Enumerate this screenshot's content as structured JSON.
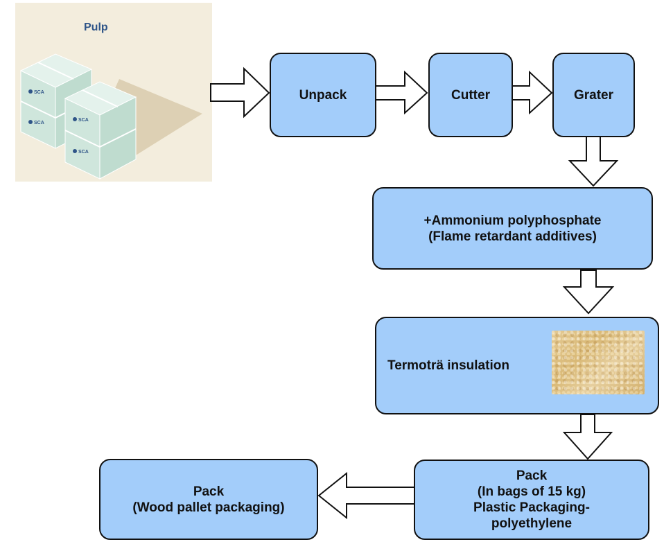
{
  "pulp": {
    "title": "Pulp",
    "bale_label": "SCA"
  },
  "nodes": {
    "unpack": "Unpack",
    "cutter": "Cutter",
    "grater": "Grater",
    "additive": [
      "+Ammonium polyphosphate",
      "(Flame retardant additives)"
    ],
    "insulation": "Termoträ insulation",
    "pack_bags": [
      "Pack",
      "(In bags of 15 kg)",
      "Plastic Packaging-",
      "polyethylene"
    ],
    "pack_pallet": [
      "Pack",
      "(Wood pallet packaging)"
    ]
  },
  "colors": {
    "node_fill": "#a3cdfa",
    "node_border": "#111111",
    "pulp_background": "#f3eddd",
    "pulp_title": "#2f5588",
    "bale_face": "#d6ece4"
  }
}
